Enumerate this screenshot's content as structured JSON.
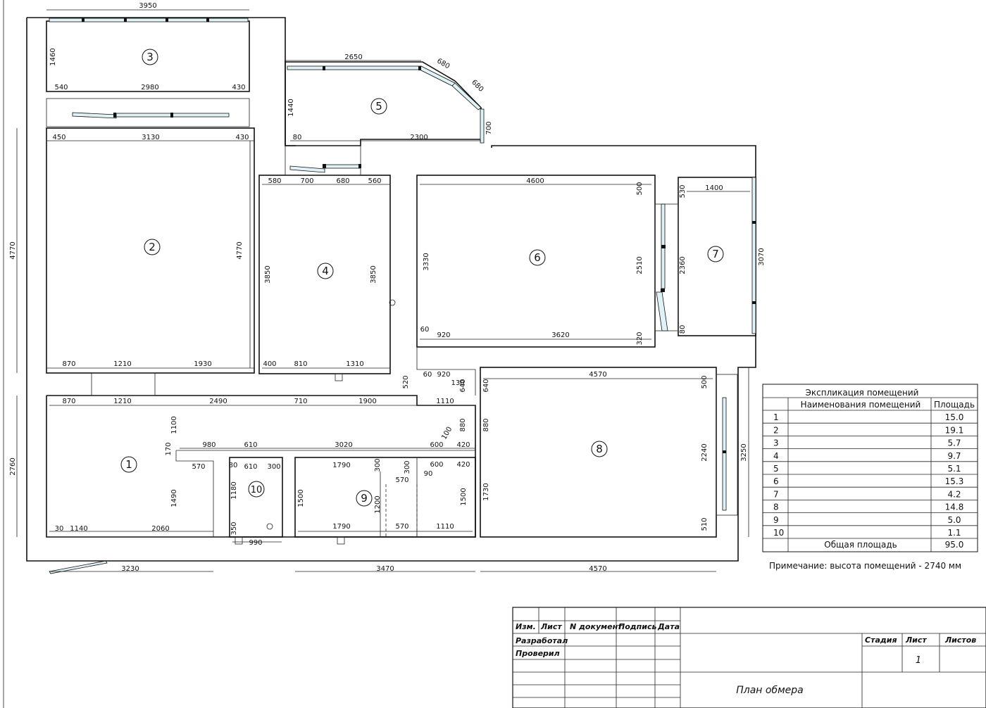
{
  "plan": {
    "rooms": [
      "1",
      "2",
      "3",
      "4",
      "5",
      "6",
      "7",
      "8",
      "9",
      "10"
    ],
    "dimensions": {
      "d3950": "3950",
      "d1460": "1460",
      "d540": "540",
      "d2980": "2980",
      "d430a": "430",
      "d450": "450",
      "d3130": "3130",
      "d430b": "430",
      "d4770a": "4770",
      "d4770b": "4770",
      "d870a": "870",
      "d1210a": "1210",
      "d1930": "1930",
      "d2650": "2650",
      "d680a": "680",
      "d680b": "680",
      "d1440": "1440",
      "d700a": "700",
      "d80a": "80",
      "d2300": "2300",
      "d580": "580",
      "d700b": "700",
      "d680c": "680",
      "d560": "560",
      "d3850a": "3850",
      "d3850b": "3850",
      "d400": "400",
      "d810": "810",
      "d1310": "1310",
      "d4600": "4600",
      "d500a": "500",
      "d3330": "3330",
      "d2510": "2510",
      "d60a": "60",
      "d920a": "920",
      "d3620": "3620",
      "d320": "320",
      "d530": "530",
      "d1400": "1400",
      "d2360": "2360",
      "d3070": "3070",
      "d80b": "80",
      "d520": "520",
      "d60b": "60",
      "d920b": "920",
      "d130": "130",
      "d640a": "640",
      "d640b": "640",
      "d4570a": "4570",
      "d500b": "500",
      "d870b": "870",
      "d1210b": "1210",
      "d2490": "2490",
      "d710": "710",
      "d1900": "1900",
      "d1110a": "1110",
      "d1100": "1100",
      "d880a": "880",
      "d880b": "880",
      "d100": "100",
      "d2760": "2760",
      "d170": "170",
      "d980": "980",
      "d610a": "610",
      "d3020": "3020",
      "d600a": "600",
      "d420a": "420",
      "d570a": "570",
      "d80c": "80",
      "d610b": "610",
      "d300a": "300",
      "d1790a": "1790",
      "d300b": "300",
      "d300c": "300",
      "d600b": "600",
      "d420b": "420",
      "d90": "90",
      "d570b": "570",
      "d2240": "2240",
      "d3250": "3250",
      "d1490": "1490",
      "d1180": "1180",
      "d1500a": "1500",
      "d1200": "1200",
      "d1500b": "1500",
      "d1730": "1730",
      "d350": "350",
      "d1790b": "1790",
      "d570c": "570",
      "d1110b": "1110",
      "d510": "510",
      "d30": "30",
      "d1140": "1140",
      "d2060": "2060",
      "d990": "990",
      "d3230": "3230",
      "d3470": "3470",
      "d4570b": "4570"
    }
  },
  "explication": {
    "title": "Экспликация помещений",
    "col_name": "Наименования помещений",
    "col_area": "Площадь",
    "rows": [
      {
        "n": "1",
        "area": "15.0"
      },
      {
        "n": "2",
        "area": "19.1"
      },
      {
        "n": "3",
        "area": "5.7"
      },
      {
        "n": "4",
        "area": "9.7"
      },
      {
        "n": "5",
        "area": "5.1"
      },
      {
        "n": "6",
        "area": "15.3"
      },
      {
        "n": "7",
        "area": "4.2"
      },
      {
        "n": "8",
        "area": "14.8"
      },
      {
        "n": "9",
        "area": "5.0"
      },
      {
        "n": "10",
        "area": "1.1"
      }
    ],
    "total_label": "Общая площадь",
    "total_value": "95.0",
    "note": "Примечание: высота помещений - 2740 мм"
  },
  "stamp": {
    "izm": "Изм.",
    "list": "Лист",
    "doc": "N документ",
    "sign": "Подпись",
    "date": "Дата",
    "developed": "Разработал",
    "checked": "Проверил",
    "stage": "Стадия",
    "sheet": "Лист",
    "sheets": "Листов",
    "sheet_num": "1",
    "title": "План обмера"
  },
  "colors": {
    "window_fill": "#dff2f7",
    "line": "#111111"
  }
}
